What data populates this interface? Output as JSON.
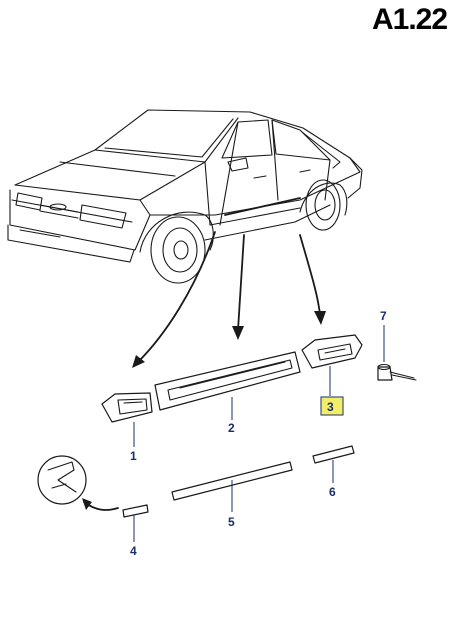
{
  "page": {
    "reference": "A1.22"
  },
  "callouts": [
    {
      "number": "1"
    },
    {
      "number": "2"
    },
    {
      "number": "3",
      "highlight": "#f2ee6a"
    },
    {
      "number": "4"
    },
    {
      "number": "5"
    },
    {
      "number": "6"
    },
    {
      "number": "7"
    }
  ],
  "colors": {
    "callout_text": "#1a2e6b",
    "highlight_box": "#f2ee6a",
    "line_art": "#1a1a1a"
  },
  "icons": [
    "car-line-drawing",
    "detail-magnifier-icon",
    "screw-clip-icon"
  ]
}
